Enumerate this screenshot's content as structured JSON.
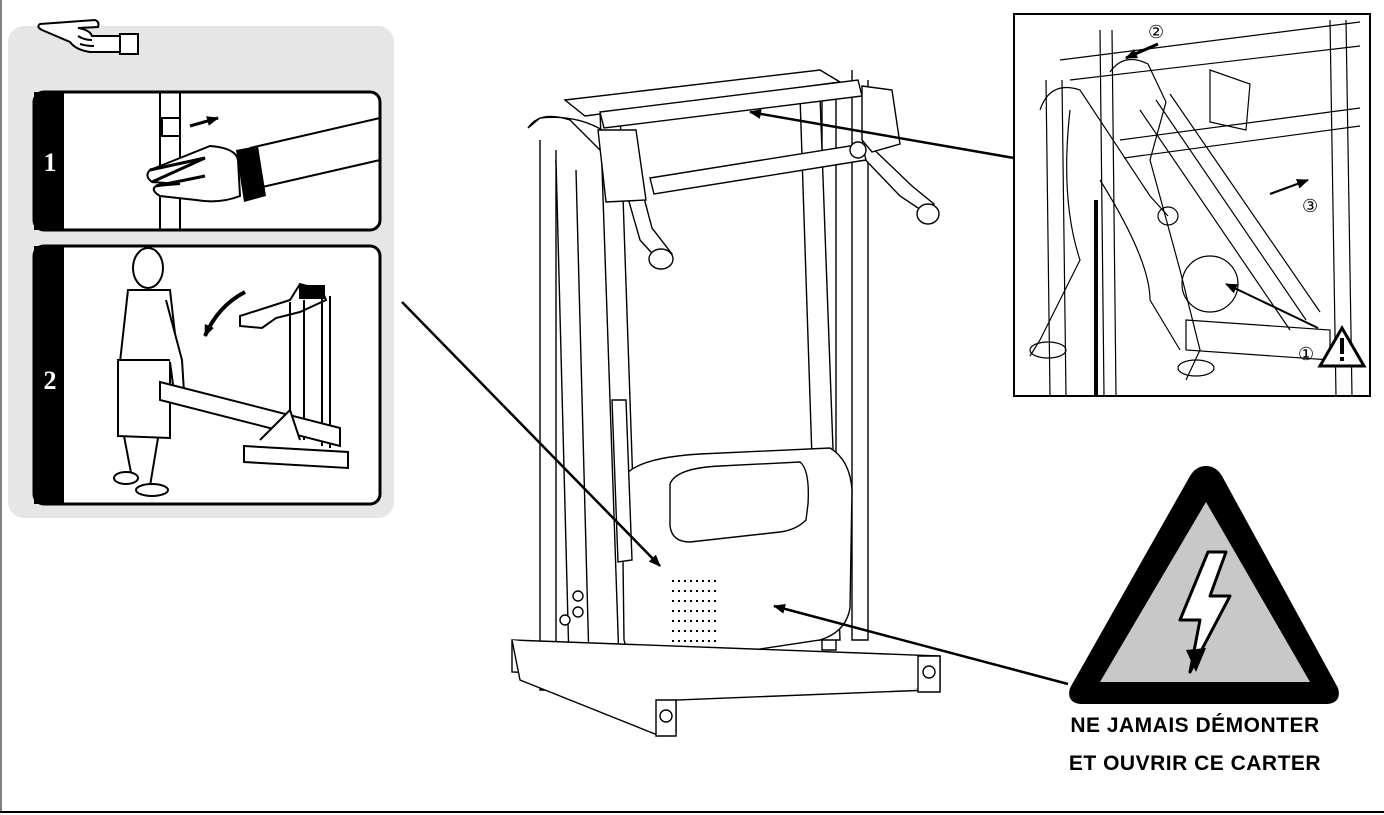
{
  "steps": [
    {
      "number": "1"
    },
    {
      "number": "2"
    }
  ],
  "callouts": {
    "one": "①",
    "two": "②",
    "three": "③"
  },
  "warning": {
    "line1": "NE JAMAIS DÉMONTER",
    "line2": "ET OUVRIR CE CARTER"
  },
  "icons": [
    "pointing-hand-icon",
    "caution-triangle-icon",
    "high-voltage-icon"
  ],
  "colors": {
    "panel_gray": "#e6e6e6",
    "ink": "#000000",
    "warning_fill": "#c8c8c8"
  }
}
